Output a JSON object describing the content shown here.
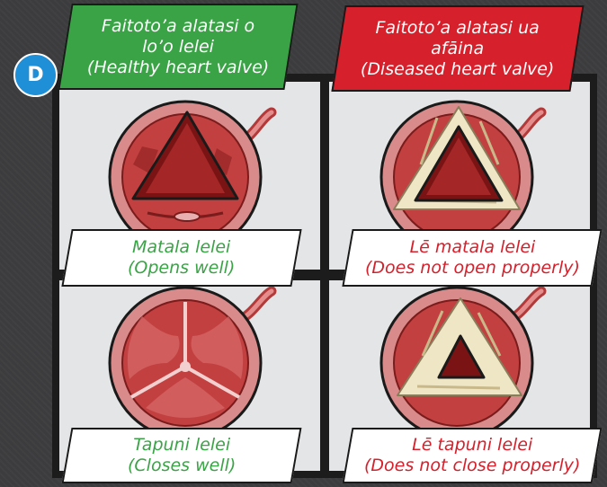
{
  "badge": "D",
  "colors": {
    "healthy": "#3aa346",
    "diseased": "#d6202b",
    "panel_bg": "#e3e5e6",
    "tissue": "#c23a3a",
    "calcification": "#efe6c6"
  },
  "columns": [
    {
      "header": "Faitoto’a alatasi o\nlo’o lelei\n(Healthy heart valve)",
      "rows": [
        {
          "caption": "Matala lelei\n(Opens well)",
          "valve": "healthy-open-valve"
        },
        {
          "caption": "Tapuni lelei\n(Closes well)",
          "valve": "healthy-closed-valve"
        }
      ]
    },
    {
      "header": "Faitoto’a alatasi ua\nafāina\n(Diseased heart valve)",
      "rows": [
        {
          "caption": "Lē matala lelei\n(Does not open properly)",
          "valve": "diseased-open-valve"
        },
        {
          "caption": "Lē tapuni lelei\n(Does not close properly)",
          "valve": "diseased-closed-valve"
        }
      ]
    }
  ]
}
